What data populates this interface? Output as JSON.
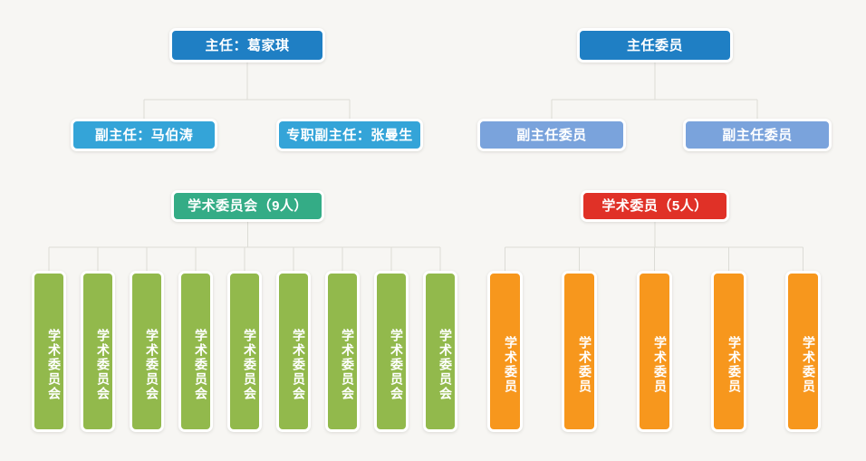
{
  "page": {
    "background_color": "#f7f6f3",
    "connector_color": "#dcdcd6"
  },
  "palette": {
    "blue_dark": "#1f7fc4",
    "blue_light": "#34a4d8",
    "blue_muted": "#7aa3dc",
    "teal": "#34ac86",
    "red": "#e03127",
    "green": "#92b94c",
    "orange": "#f7971d"
  },
  "left_tree": {
    "root": {
      "label": "主任：葛家琪",
      "color": "#1f7fc4"
    },
    "deputies": [
      {
        "label": "副主任：马伯涛",
        "color": "#34a4d8"
      },
      {
        "label": "专职副主任：张曼生",
        "color": "#34a4d8"
      }
    ],
    "committee": {
      "label": "学术委员会（9人）",
      "color": "#34ac86"
    },
    "members": [
      {
        "label": "学术委员会",
        "color": "#92b94c"
      },
      {
        "label": "学术委员会",
        "color": "#92b94c"
      },
      {
        "label": "学术委员会",
        "color": "#92b94c"
      },
      {
        "label": "学术委员会",
        "color": "#92b94c"
      },
      {
        "label": "学术委员会",
        "color": "#92b94c"
      },
      {
        "label": "学术委员会",
        "color": "#92b94c"
      },
      {
        "label": "学术委员会",
        "color": "#92b94c"
      },
      {
        "label": "学术委员会",
        "color": "#92b94c"
      },
      {
        "label": "学术委员会",
        "color": "#92b94c"
      }
    ]
  },
  "right_tree": {
    "root": {
      "label": "主任委员",
      "color": "#1f7fc4"
    },
    "deputies": [
      {
        "label": "副主任委员",
        "color": "#7aa3dc"
      },
      {
        "label": "副主任委员",
        "color": "#7aa3dc"
      }
    ],
    "committee": {
      "label": "学术委员（5人）",
      "color": "#e03127"
    },
    "members": [
      {
        "label": "学术委员",
        "color": "#f7971d"
      },
      {
        "label": "学术委员",
        "color": "#f7971d"
      },
      {
        "label": "学术委员",
        "color": "#f7971d"
      },
      {
        "label": "学术委员",
        "color": "#f7971d"
      },
      {
        "label": "学术委员",
        "color": "#f7971d"
      }
    ]
  }
}
